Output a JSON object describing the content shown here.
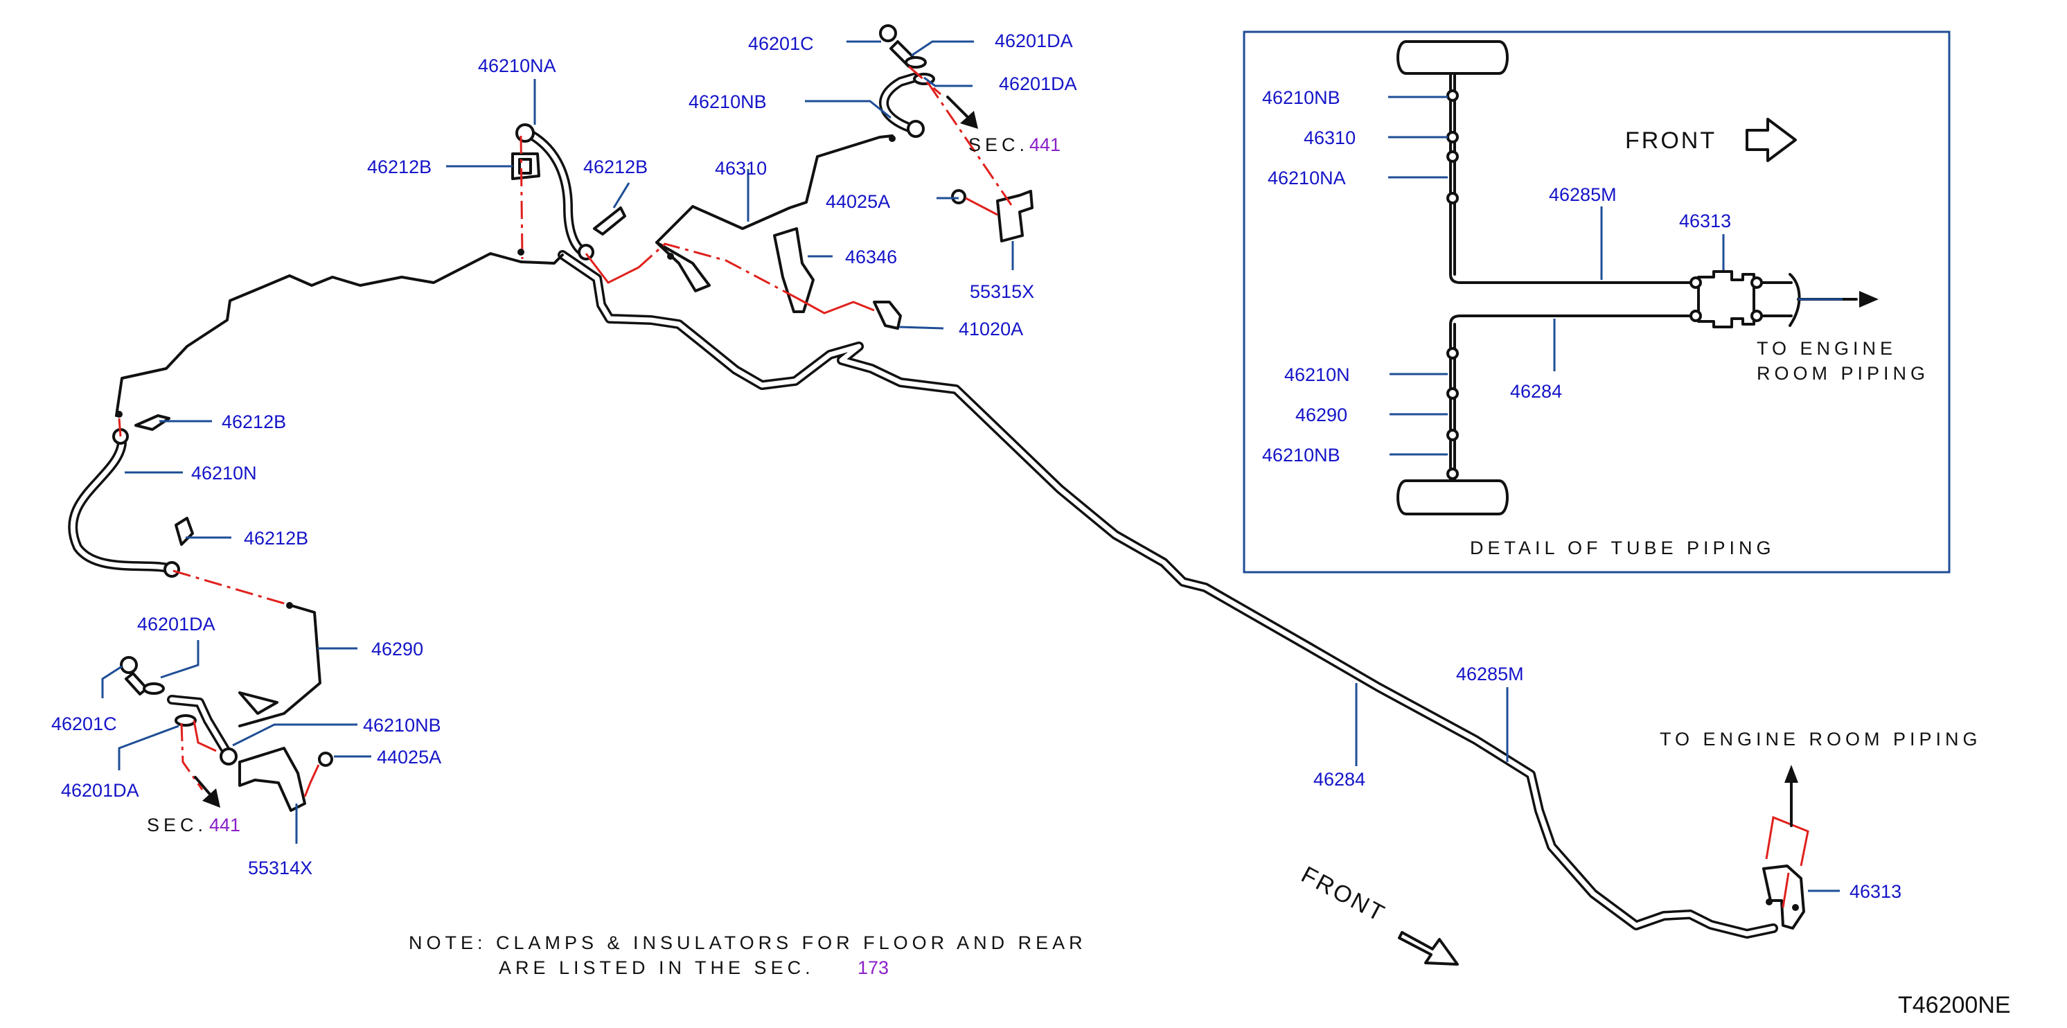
{
  "labels": {
    "p46210na_top": "46210NA",
    "p46212b_a": "46212B",
    "p46212b_b": "46212B",
    "p46201c_top": "46201C",
    "p46201da_top1": "46201DA",
    "p46201da_top2": "46201DA",
    "p46210nb_top": "46210NB",
    "sec_top": "SEC.",
    "sec_top_num": "441",
    "p46310": "46310",
    "p44025a_top": "44025A",
    "p46346": "46346",
    "p55315x": "55315X",
    "p41020a": "41020A",
    "p46212b_c": "46212B",
    "p46210n": "46210N",
    "p46212b_d": "46212B",
    "p46290": "46290",
    "p46201da_bot1": "46201DA",
    "p46201c_bot": "46201C",
    "p46210nb_bot": "46210NB",
    "p44025a_bot": "44025A",
    "p46201da_bot2": "46201DA",
    "sec_bot": "SEC.",
    "sec_bot_num": "441",
    "p55314x": "55314X",
    "p46285m_main": "46285M",
    "p46284_main": "46284",
    "p46313_main": "46313",
    "to_engine_main": "TO  ENGINE  ROOM  PIPING",
    "front_main": "FRONT",
    "note_line1": "NOTE:  CLAMPS  &  INSULATORS  FOR  FLOOR  AND  REAR",
    "note_line2": "ARE  LISTED  IN  THE  SEC.",
    "note_sec_num": "173",
    "drawing_code": "T46200NE"
  },
  "detail": {
    "title": "DETAIL  OF  TUBE  PIPING",
    "front": "FRONT",
    "p46210nb_a": "46210NB",
    "p46310": "46310",
    "p46210na": "46210NA",
    "p46285m": "46285M",
    "p46313": "46313",
    "to_engine_1": "TO  ENGINE",
    "to_engine_2": "ROOM  PIPING",
    "p46210n": "46210N",
    "p46284": "46284",
    "p46290": "46290",
    "p46210nb_b": "46210NB"
  },
  "colors": {
    "label": "#1414c8",
    "leader": "#1e4e96",
    "centerline": "#e0201c",
    "section_ref": "#8a1fc8",
    "pipe": "#111111"
  },
  "icons": [
    "front-arrow-icon",
    "flow-arrow-icon",
    "bolt-icon",
    "bracket-icon",
    "clip-icon"
  ]
}
